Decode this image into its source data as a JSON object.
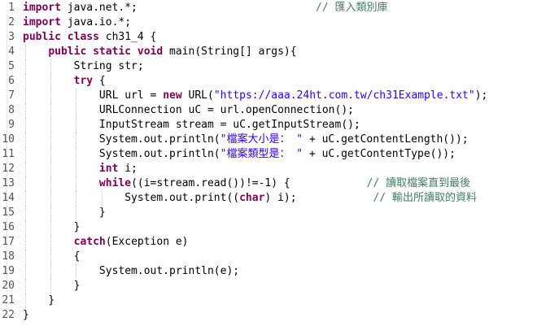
{
  "editor": {
    "lines": [
      {
        "n": "1",
        "t": [
          [
            "kw",
            "import"
          ],
          [
            "p",
            " java.net.*;"
          ],
          [
            "p",
            "                            "
          ],
          [
            "cm",
            "// 匯入類別庫"
          ]
        ]
      },
      {
        "n": "2",
        "t": [
          [
            "kw",
            "import"
          ],
          [
            "p",
            " java.io.*;"
          ]
        ]
      },
      {
        "n": "3",
        "t": [
          [
            "kw",
            "public class"
          ],
          [
            "p",
            " ch31_4 {"
          ]
        ]
      },
      {
        "n": "4",
        "t": [
          [
            "p",
            "    "
          ],
          [
            "kw",
            "public static void"
          ],
          [
            "p",
            " main(String[] args){"
          ]
        ]
      },
      {
        "n": "5",
        "t": [
          [
            "p",
            "        String str;"
          ]
        ]
      },
      {
        "n": "6",
        "t": [
          [
            "p",
            "        "
          ],
          [
            "kw",
            "try"
          ],
          [
            "p",
            " {"
          ]
        ]
      },
      {
        "n": "7",
        "t": [
          [
            "p",
            "            URL url = "
          ],
          [
            "kw",
            "new"
          ],
          [
            "p",
            " URL("
          ],
          [
            "str",
            "\"https://aaa.24ht.com.tw/ch31Example.txt\""
          ],
          [
            "p",
            ");"
          ]
        ]
      },
      {
        "n": "8",
        "t": [
          [
            "p",
            "            URLConnection uC = url.openConnection();"
          ]
        ]
      },
      {
        "n": "9",
        "t": [
          [
            "p",
            "            InputStream stream = uC.getInputStream();"
          ]
        ]
      },
      {
        "n": "10",
        "t": [
          [
            "p",
            "            System.out.println("
          ],
          [
            "str",
            "\"檔案大小是： \""
          ],
          [
            "p",
            " + uC.getContentLength());"
          ]
        ]
      },
      {
        "n": "11",
        "t": [
          [
            "p",
            "            System.out.println("
          ],
          [
            "str",
            "\"檔案類型是： \""
          ],
          [
            "p",
            " + uC.getContentType());"
          ]
        ]
      },
      {
        "n": "12",
        "t": [
          [
            "p",
            "            "
          ],
          [
            "kw",
            "int"
          ],
          [
            "p",
            " i;"
          ]
        ]
      },
      {
        "n": "13",
        "t": [
          [
            "p",
            "            "
          ],
          [
            "kw",
            "while"
          ],
          [
            "p",
            "((i=stream.read())!=-1) {            "
          ],
          [
            "cm",
            "// 讀取檔案直到最後"
          ]
        ]
      },
      {
        "n": "14",
        "t": [
          [
            "p",
            "                System.out.print(("
          ],
          [
            "kw",
            "char"
          ],
          [
            "p",
            ") i);            "
          ],
          [
            "cm",
            "// 輸出所讀取的資料"
          ]
        ]
      },
      {
        "n": "15",
        "t": [
          [
            "p",
            "            }"
          ]
        ]
      },
      {
        "n": "16",
        "t": [
          [
            "p",
            "        }"
          ]
        ]
      },
      {
        "n": "17",
        "t": [
          [
            "p",
            "        "
          ],
          [
            "kw",
            "catch"
          ],
          [
            "p",
            "(Exception e)"
          ]
        ]
      },
      {
        "n": "18",
        "t": [
          [
            "p",
            "        {"
          ]
        ]
      },
      {
        "n": "19",
        "t": [
          [
            "p",
            "            System.out.println(e);"
          ]
        ]
      },
      {
        "n": "20",
        "t": [
          [
            "p",
            "        }"
          ]
        ]
      },
      {
        "n": "21",
        "t": [
          [
            "p",
            "    }"
          ]
        ]
      },
      {
        "n": "22",
        "t": [
          [
            "p",
            "}"
          ]
        ]
      }
    ]
  }
}
